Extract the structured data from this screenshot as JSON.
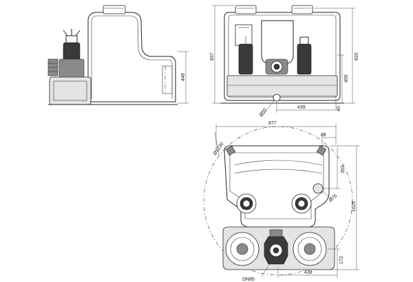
{
  "side_view": {
    "height_448": "448"
  },
  "front_view": {
    "height_837": "837",
    "height_820": "820",
    "height_450": "450",
    "height_40": "40",
    "width_439": "439",
    "dia_50": "Ø50"
  },
  "top_view": {
    "width_877": "877",
    "offset_88": "88",
    "dia_1230": "Ø1230",
    "height_353": "353",
    "dia_75": "Ø75",
    "height_1025": "1025",
    "height_172": "172",
    "width_438": "438",
    "dn80": "DN80"
  }
}
